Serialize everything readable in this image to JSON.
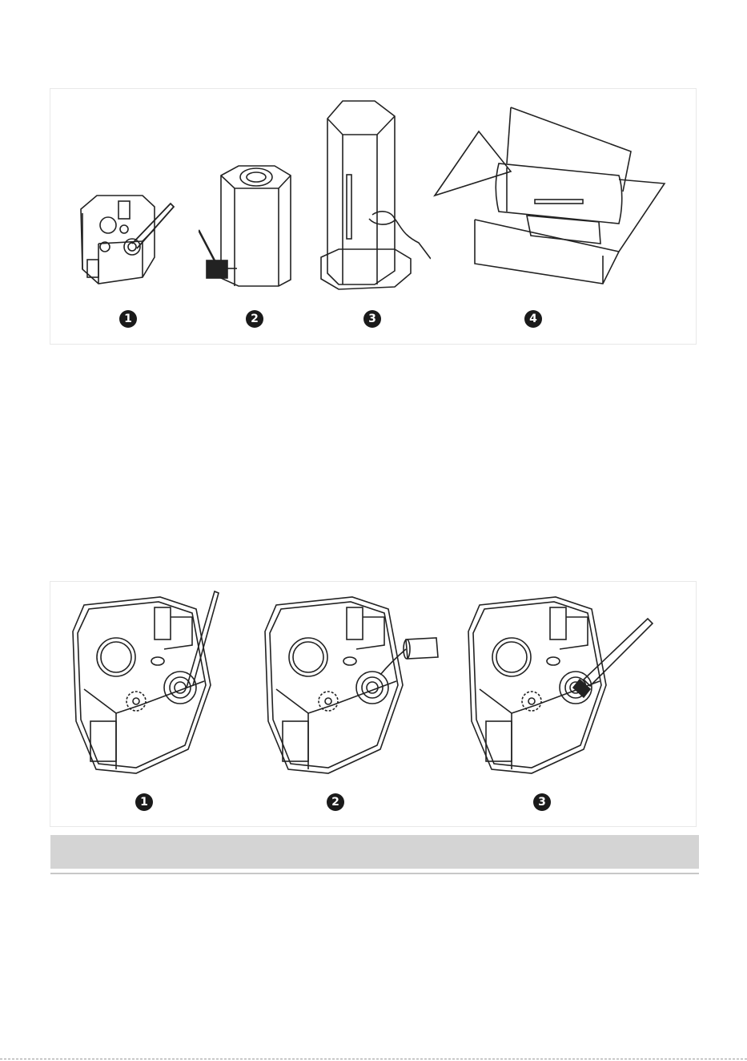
{
  "top_panel": {
    "steps": [
      {
        "number": "1"
      },
      {
        "number": "2"
      },
      {
        "number": "3"
      },
      {
        "number": "4"
      }
    ]
  },
  "bottom_panel": {
    "steps": [
      {
        "number": "1"
      },
      {
        "number": "2"
      },
      {
        "number": "3"
      }
    ]
  },
  "colors": {
    "badge": "#1a1a1a",
    "bar": "#d4d4d4",
    "line": "#222222"
  }
}
